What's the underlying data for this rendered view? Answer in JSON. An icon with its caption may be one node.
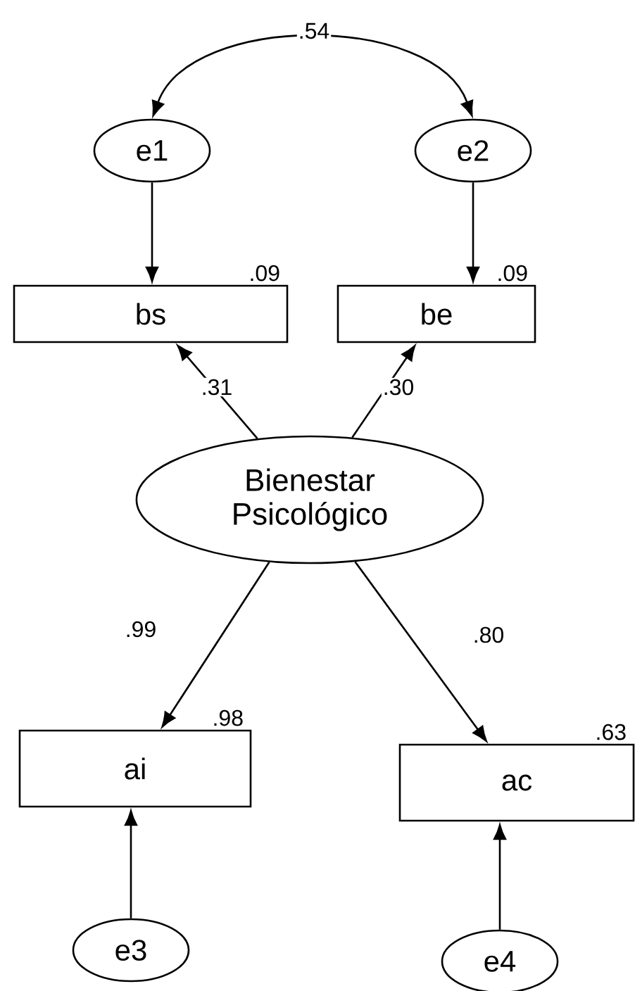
{
  "diagram": {
    "nodes": [
      {
        "text": [
          "e1"
        ]
      },
      {
        "text": [
          "e2"
        ]
      },
      {
        "text": [
          "bs"
        ],
        "beside": [
          ".09"
        ]
      },
      {
        "text": [
          "be"
        ],
        "beside": [
          ".09"
        ]
      },
      {
        "text": [
          "Bienestar Psicológico"
        ]
      },
      {
        "text": [
          "ai"
        ],
        "beside": [
          ".98"
        ]
      },
      {
        "text": [
          "ac"
        ],
        "beside": [
          ".63"
        ]
      },
      {
        "text": [
          "e3"
        ]
      },
      {
        "text": [
          "e4"
        ]
      }
    ],
    "edges": [
      {
        "from": 0,
        "to": 1,
        "arrow": "both",
        "label": ".54"
      },
      {
        "from": 0,
        "to": 2,
        "arrow": "to"
      },
      {
        "from": 1,
        "to": 3,
        "arrow": "to"
      },
      {
        "from": 4,
        "to": 2,
        "arrow": "to",
        "label": ".31"
      },
      {
        "from": 4,
        "to": 3,
        "arrow": "to",
        "label": ".30"
      },
      {
        "from": 4,
        "to": 5,
        "arrow": "to",
        "label": ".99"
      },
      {
        "from": 4,
        "to": 6,
        "arrow": "to",
        "label": ".80"
      },
      {
        "from": 7,
        "to": 5,
        "arrow": "to"
      },
      {
        "from": 8,
        "to": 6,
        "arrow": "to"
      }
    ]
  }
}
